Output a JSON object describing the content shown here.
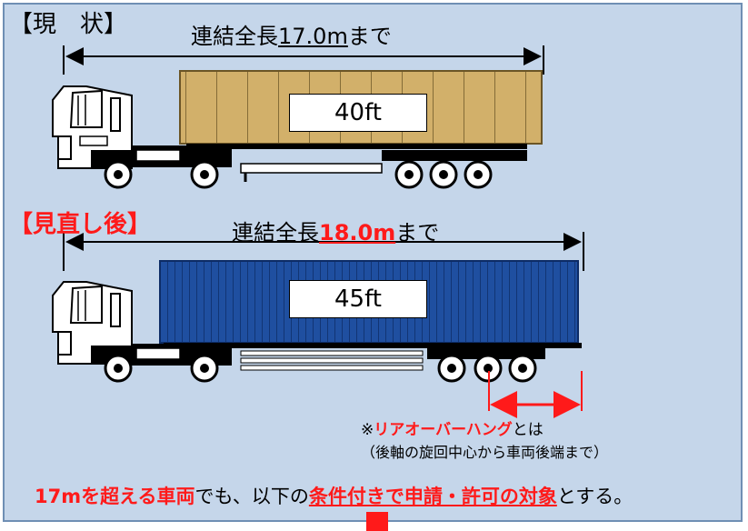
{
  "labels": {
    "current": "【現　状】",
    "after": "【見直し後】"
  },
  "lengths": {
    "current_prefix": "連結全長",
    "current_value": "17.0m",
    "current_suffix": "まで",
    "after_prefix": "連結全長",
    "after_value": "18.0m",
    "after_suffix": "まで"
  },
  "containers": {
    "current": "40ft",
    "after": "45ft"
  },
  "note": {
    "prefix": "※",
    "term": "リアオーバーハング",
    "suffix": "とは",
    "definition": "（後軸の旋回中心から車両後端まで）"
  },
  "bottom": {
    "part1": "17mを超える車両",
    "part2": "でも、以下の",
    "part3": "条件付きで申請・許可の対象",
    "part4": "とする。"
  },
  "colors": {
    "background": "#c5d6ea",
    "accent_red": "#ff1a1a",
    "container_40ft": "#d2b06a",
    "container_45ft": "#1f4fa0"
  }
}
